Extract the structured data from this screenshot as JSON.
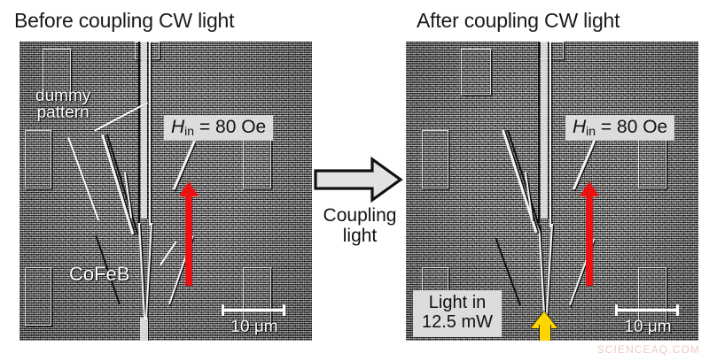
{
  "figure": {
    "panels": [
      {
        "id": "before",
        "title": "Before coupling CW light",
        "field_label_prefix": "H",
        "field_label_sub": "in",
        "field_label_value": " = 80 Oe",
        "scalebar_label": "10 μm",
        "callouts": [
          {
            "id": "dummy-pattern",
            "line1": "dummy",
            "line2": "pattern"
          },
          {
            "id": "cofeb",
            "line1": "CoFeB",
            "line2": ""
          }
        ],
        "arrows": [
          {
            "id": "magnetization-arrow",
            "color": "#ee1111",
            "direction": "up"
          }
        ]
      },
      {
        "id": "after",
        "title": "After coupling CW light",
        "field_label_prefix": "H",
        "field_label_sub": "in",
        "field_label_value": " = 80 Oe",
        "scalebar_label": "10 μm",
        "light_label_line1": "Light in",
        "light_label_line2": "12.5 mW",
        "arrows": [
          {
            "id": "magnetization-arrow",
            "color": "#ee1111",
            "direction": "up"
          },
          {
            "id": "light-in-arrow",
            "color": "#ffd500",
            "direction": "up"
          }
        ]
      }
    ],
    "transition": {
      "arrow_name": "coupling-light-arrow",
      "caption_line1": "Coupling",
      "caption_line2": "light"
    },
    "watermark": "SCIENCEAQ.COM",
    "colors": {
      "magnetization_arrow": "#ee1111",
      "light_arrow": "#ffd500",
      "label_box_background": "#dcdcdc",
      "callout_text": "#ffffff",
      "watermark": "#f0c9c9"
    }
  }
}
